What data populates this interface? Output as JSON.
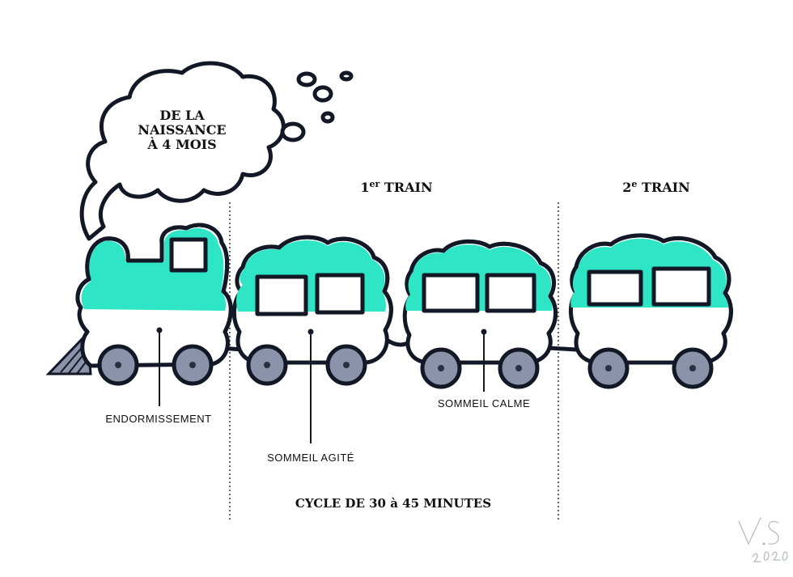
{
  "smoke_title": [
    "DE LA",
    "NAISSANCE",
    "À 4 MOIS"
  ],
  "train1_label": {
    "ordinal": "1",
    "sup": "er",
    "rest": " TRAIN"
  },
  "train2_label": {
    "ordinal": "2",
    "sup": "e",
    "rest": " TRAIN"
  },
  "labels": {
    "endormissement": "ENDORMISSEMENT",
    "sommeil_agite": "SOMMEIL AGITÉ",
    "sommeil_calme": "SOMMEIL CALME"
  },
  "cycle_label": "CYCLE DE 30 à 45 MINUTES",
  "signature": "V.S 2020",
  "colors": {
    "teal": "#2ee6c6",
    "outline": "#121826",
    "wheel": "#8a93a9",
    "wheel_hub": "#2a3040"
  }
}
